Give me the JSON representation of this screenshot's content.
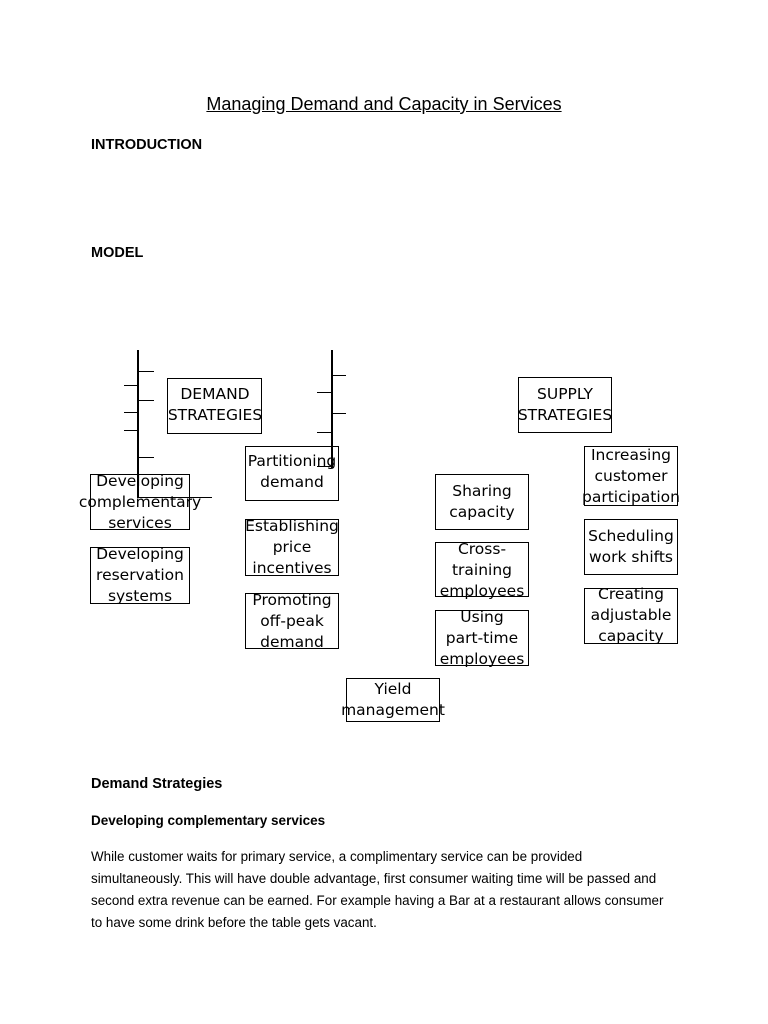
{
  "document": {
    "title": "Managing Demand and Capacity in Services",
    "intro_heading": "INTRODUCTION",
    "model_heading": "MODEL",
    "section_heading": "Demand Strategies",
    "subsection_heading": "Developing complementary services",
    "paragraph_lines": [
      "While customer waits for primary service, a complimentary service can be provided",
      "simultaneously. This will have double advantage, first consumer waiting time will be passed and",
      "second extra revenue can be earned. For example having a Bar at a restaurant allows consumer",
      "to have some drink before the table gets vacant."
    ]
  },
  "diagram": {
    "demand_strategies": "DEMAND\nSTRATEGIES",
    "supply_strategies": "SUPPLY\nSTRATEGIES",
    "developing_complementary_services": "Developing\ncomplementary\nservices",
    "developing_reservation_systems": "Developing\nreservation\nsystems",
    "partitioning_demand": "Partitioning\ndemand",
    "establishing_price_incentives": "Establishing\nprice\nincentives",
    "promoting_off_peak_demand": "Promoting\noff-peak\ndemand",
    "yield_management": "Yield\nmanagement",
    "sharing_capacity": "Sharing\ncapacity",
    "cross_training_employees": "Cross-\ntraining\nemployees",
    "using_part_time_employees": "Using\npart-time\nemployees",
    "increasing_customer_participation": "Increasing\ncustomer\nparticipation",
    "scheduling_work_shifts": "Scheduling\nwork shifts",
    "creating_adjustable_capacity": "Creating\nadjustable\ncapacity"
  }
}
